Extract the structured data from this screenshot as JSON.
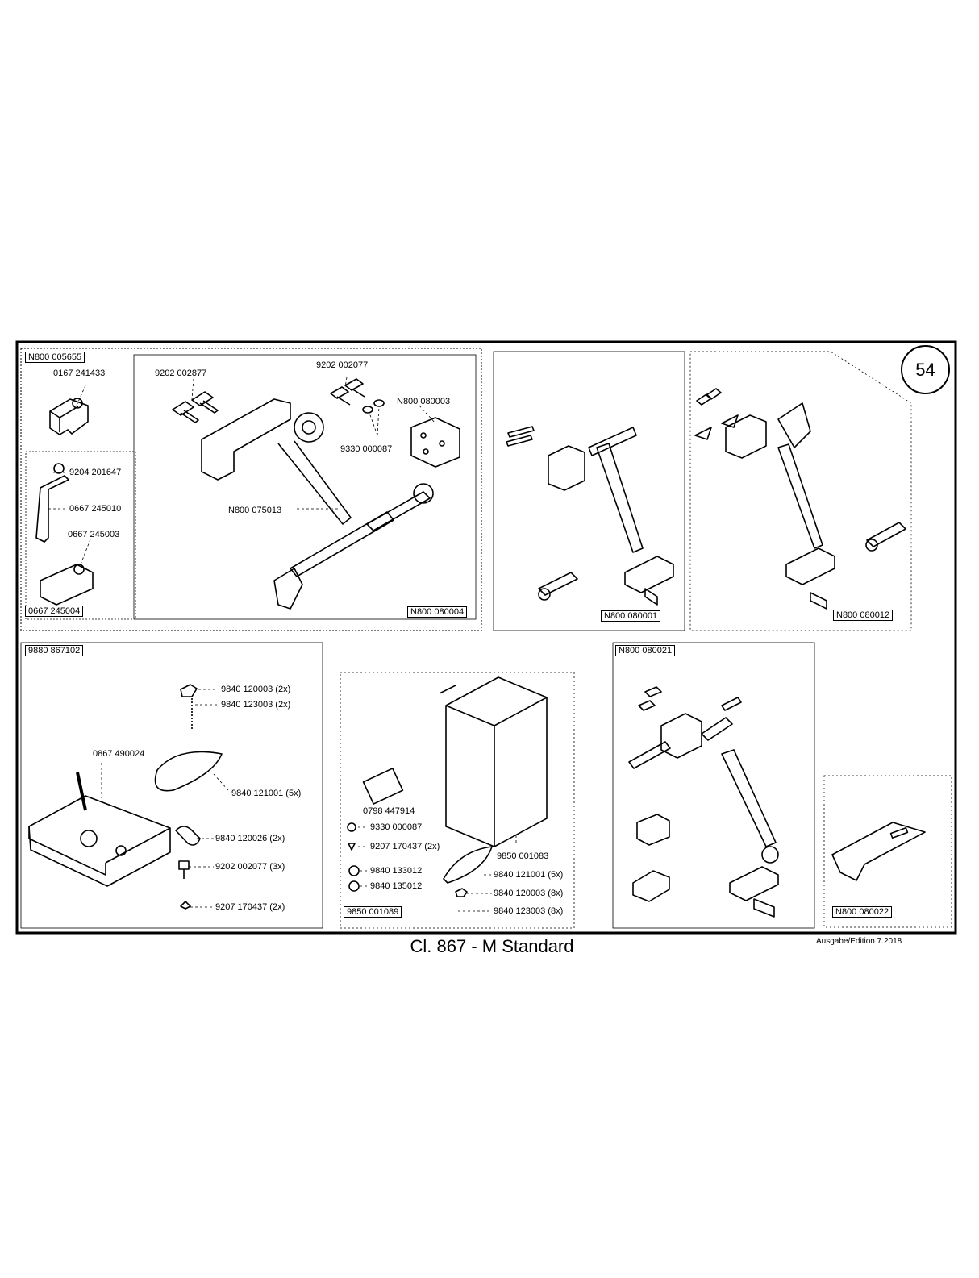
{
  "page_number": "54",
  "title": "Cl. 867 - M Standard",
  "edition": "Ausgabe/Edition  7.2018",
  "panel1": {
    "boxes": {
      "main": "N800 005655",
      "sub": "0667 245004",
      "assembly": "N800 080004"
    },
    "labels": {
      "p1": "0167 241433",
      "p2": "9202 002877",
      "p3": "9202 002077",
      "p4": "N800 080003",
      "p5": "9330 000087",
      "p6": "9204 201647",
      "p7": "0667 245010",
      "p8": "0667 245003",
      "p9": "N800 075013"
    }
  },
  "panel2": {
    "box": "N800 080001"
  },
  "panel3": {
    "box": "N800 080012"
  },
  "panel4": {
    "box": "9880 867102",
    "labels": {
      "p1": "9840 120003 (2x)",
      "p2": "9840 123003 (2x)",
      "p3": "0867 490024",
      "p4": "9840 121001 (5x)",
      "p5": "9840 120026 (2x)",
      "p6": "9202 002077 (3x)",
      "p7": "9207 170437 (2x)"
    }
  },
  "panel5": {
    "box": "9850 001089",
    "labels": {
      "p1": "0798 447914",
      "p2": "9330 000087",
      "p3": "9207 170437 (2x)",
      "p4": "9850 001083",
      "p5": "9840 133012",
      "p6": "9840 121001 (5x)",
      "p7": "9840 135012",
      "p8": "9840 120003 (8x)",
      "p9": "9840 123003 (8x)"
    }
  },
  "panel6": {
    "box": "N800 080021"
  },
  "panel7": {
    "box": "N800 080022"
  }
}
